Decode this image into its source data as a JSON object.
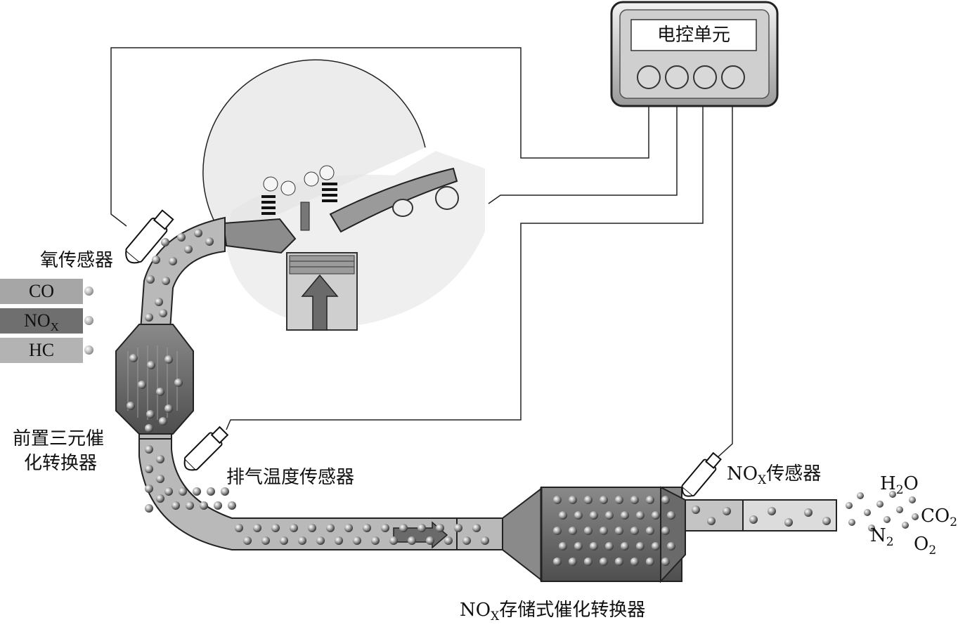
{
  "ecu": {
    "title": "电控单元"
  },
  "legend": [
    {
      "label": "CO",
      "sub": "",
      "color": "#a6a6a6"
    },
    {
      "label": "NO",
      "sub": "X",
      "color": "#6f6f6f"
    },
    {
      "label": "HC",
      "sub": "",
      "color": "#b3b3b3"
    }
  ],
  "labels": {
    "oxygen_sensor": "氧传感器",
    "front_catalyst_line1": "前置三元催",
    "front_catalyst_line2": "化转换器",
    "exhaust_temp_sensor": "排气温度传感器",
    "nox_sensor_prefix": "NO",
    "nox_sensor_sub": "X",
    "nox_sensor_suffix": "传感器",
    "nox_catalyst_prefix": "NO",
    "nox_catalyst_sub": "X",
    "nox_catalyst_suffix": "存储式催化转换器"
  },
  "outputs": {
    "h2o_a": "H",
    "h2o_sub": "2",
    "h2o_b": "O",
    "co2_a": "CO",
    "co2_sub": "2",
    "n2_a": "N",
    "n2_sub": "2",
    "o2_a": "O",
    "o2_sub": "2"
  },
  "colors": {
    "pipe": "#b9b9b9",
    "pipe_dark": "#7a7a7a",
    "converter": "#6a6a6a",
    "line": "#222222"
  }
}
